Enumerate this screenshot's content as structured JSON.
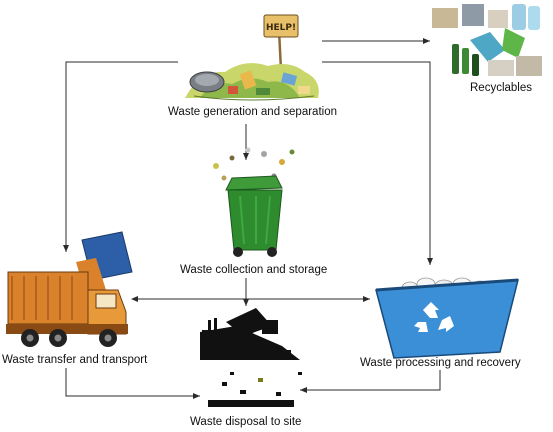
{
  "nodes": {
    "generation": {
      "label": "Waste generation and separation",
      "sign_text": "HELP!"
    },
    "recyclables": {
      "label": "Recyclables"
    },
    "collection": {
      "label": "Waste collection and storage"
    },
    "transfer": {
      "label": "Waste transfer and transport"
    },
    "processing": {
      "label": "Waste processing and recovery"
    },
    "disposal": {
      "label": "Waste disposal to site"
    }
  },
  "colors": {
    "arrow": "#2b2b2b",
    "bin_green": "#2e8b2e",
    "truck_orange": "#d9822b",
    "truck_blue": "#2c5fa8",
    "container_blue": "#3a8fd6"
  },
  "icons": {
    "generation": "garbage-pile-icon",
    "recyclables": "recyclables-icon",
    "collection": "green-wheelie-bin-icon",
    "transfer": "garbage-truck-icon",
    "processing": "recycling-container-icon",
    "disposal": "dump-truck-landfill-icon"
  }
}
